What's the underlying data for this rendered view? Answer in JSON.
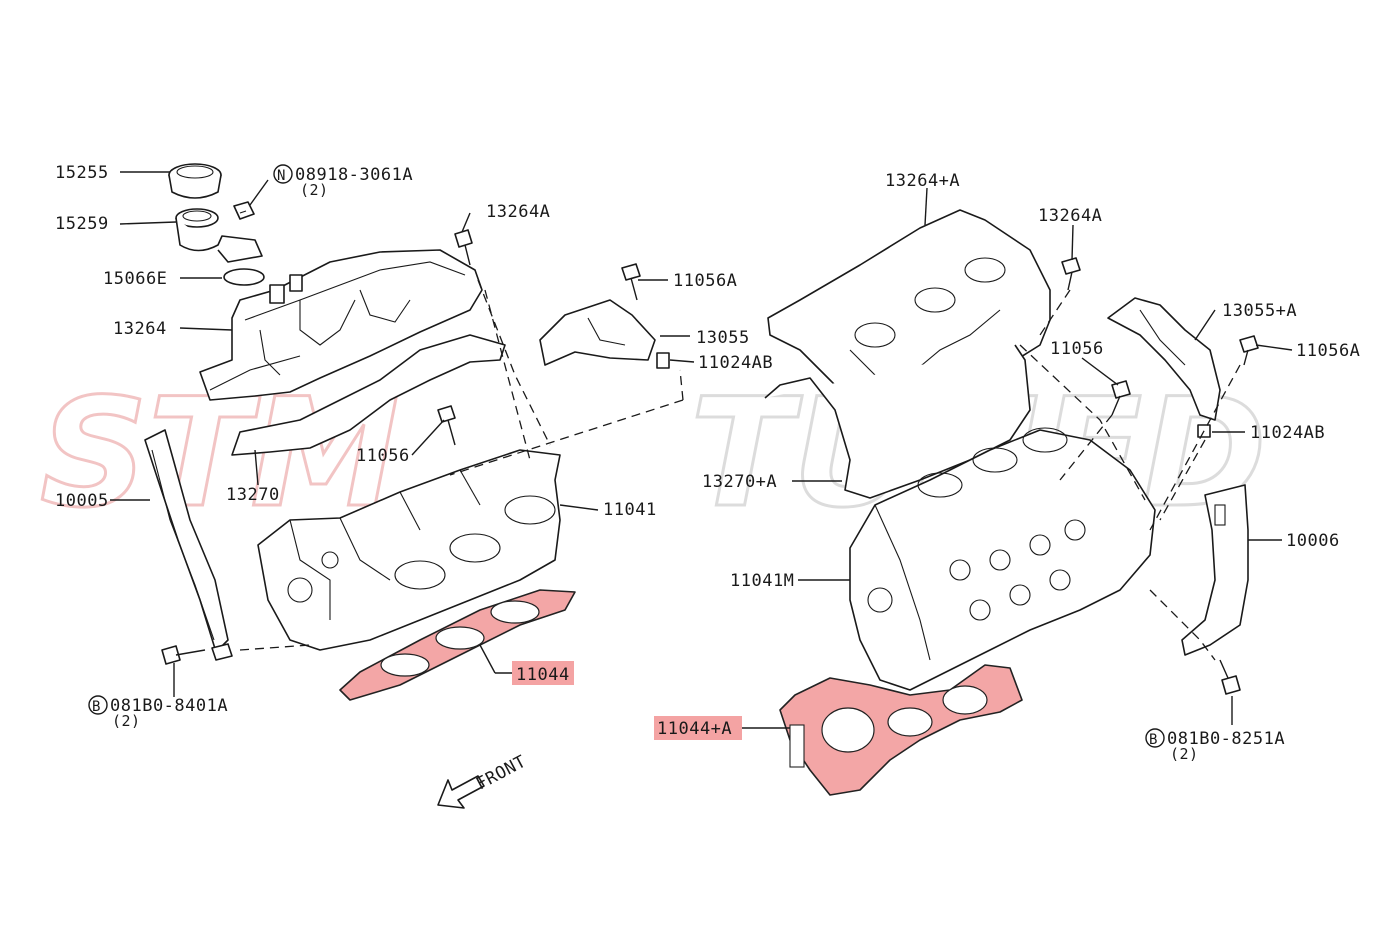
{
  "watermark": {
    "left": "STM",
    "right": "TUNED",
    "left_color": "#f2c4c4",
    "right_color": "#dcdcdc"
  },
  "labels": {
    "p15255": "15255",
    "p08918": "08918-3061A",
    "p08918_qty": "(2)",
    "p08918_prefix": "N",
    "p13264A_left": "13264A",
    "p15259": "15259",
    "p15066E": "15066E",
    "p13264": "13264",
    "p11056A_left": "11056A",
    "p13055": "13055",
    "p11024AB_left": "11024AB",
    "p11056_left": "11056",
    "p13270": "13270",
    "p10005": "10005",
    "p11041": "11041",
    "p11044": "11044",
    "p081B0_8401A": "081B0-8401A",
    "p081B0_8401A_qty": "(2)",
    "p081B0_8401A_prefix": "B",
    "front": "FRONT",
    "p13264pA": "13264+A",
    "p13264A_right": "13264A",
    "p13055pA": "13055+A",
    "p11056A_right": "11056A",
    "p11056_right": "11056",
    "p11024AB_right": "11024AB",
    "p13270pA": "13270+A",
    "p10006": "10006",
    "p11041M": "11041M",
    "p11044pA": "11044+A",
    "p081B0_8251A": "081B0-8251A",
    "p081B0_8251A_qty": "(2)",
    "p081B0_8251A_prefix": "B"
  },
  "colors": {
    "highlight": "#f4a3a3",
    "gasket_fill": "#f3a6a6",
    "line": "#1a1a1a"
  }
}
